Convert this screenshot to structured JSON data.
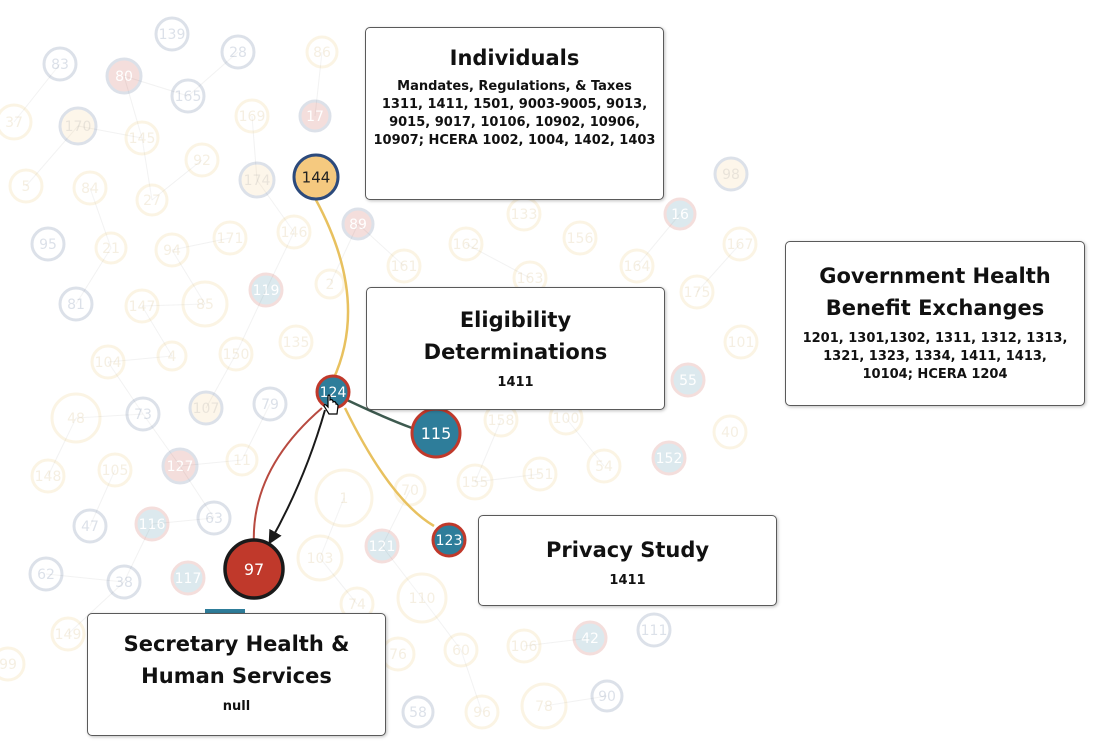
{
  "colors": {
    "red": "#c0392b",
    "blue": "#2e7d9a",
    "tan": "#f5c97f",
    "navy": "#2c4a7c",
    "gold": "#e8c15f",
    "black": "#1a1a1a"
  },
  "background_nodes": [
    {
      "label": "139"
    },
    {
      "label": "28"
    },
    {
      "label": "86"
    },
    {
      "label": "83"
    },
    {
      "label": "80"
    },
    {
      "label": "165"
    },
    {
      "label": "37"
    },
    {
      "label": "170"
    },
    {
      "label": "145"
    },
    {
      "label": "169"
    },
    {
      "label": "17"
    },
    {
      "label": "92"
    },
    {
      "label": "174"
    },
    {
      "label": "98"
    },
    {
      "label": "5"
    },
    {
      "label": "84"
    },
    {
      "label": "27"
    },
    {
      "label": "89"
    },
    {
      "label": "133"
    },
    {
      "label": "16"
    },
    {
      "label": "95"
    },
    {
      "label": "21"
    },
    {
      "label": "94"
    },
    {
      "label": "171"
    },
    {
      "label": "146"
    },
    {
      "label": "162"
    },
    {
      "label": "156"
    },
    {
      "label": "167"
    },
    {
      "label": "161"
    },
    {
      "label": "164"
    },
    {
      "label": "81"
    },
    {
      "label": "147"
    },
    {
      "label": "85"
    },
    {
      "label": "119"
    },
    {
      "label": "2"
    },
    {
      "label": "163"
    },
    {
      "label": "175"
    },
    {
      "label": "104"
    },
    {
      "label": "4"
    },
    {
      "label": "150"
    },
    {
      "label": "135"
    },
    {
      "label": "101"
    },
    {
      "label": "55"
    },
    {
      "label": "48"
    },
    {
      "label": "73"
    },
    {
      "label": "107"
    },
    {
      "label": "79"
    },
    {
      "label": "158"
    },
    {
      "label": "100"
    },
    {
      "label": "40"
    },
    {
      "label": "148"
    },
    {
      "label": "105"
    },
    {
      "label": "127"
    },
    {
      "label": "11"
    },
    {
      "label": "70"
    },
    {
      "label": "155"
    },
    {
      "label": "151"
    },
    {
      "label": "54"
    },
    {
      "label": "152"
    },
    {
      "label": "1"
    },
    {
      "label": "47"
    },
    {
      "label": "116"
    },
    {
      "label": "63"
    },
    {
      "label": "121"
    },
    {
      "label": "62"
    },
    {
      "label": "38"
    },
    {
      "label": "117"
    },
    {
      "label": "103"
    },
    {
      "label": "74"
    },
    {
      "label": "110"
    },
    {
      "label": "149"
    },
    {
      "label": "76"
    },
    {
      "label": "60"
    },
    {
      "label": "106"
    },
    {
      "label": "42"
    },
    {
      "label": "111"
    },
    {
      "label": "99"
    },
    {
      "label": "58"
    },
    {
      "label": "96"
    },
    {
      "label": "78"
    },
    {
      "label": "90"
    }
  ],
  "nodes": [
    {
      "id": "144",
      "label": "144"
    },
    {
      "id": "124",
      "label": "124"
    },
    {
      "id": "115",
      "label": "115"
    },
    {
      "id": "123",
      "label": "123"
    },
    {
      "id": "97",
      "label": "97"
    }
  ],
  "info_boxes": {
    "individuals": {
      "title": "Individuals",
      "subtitle": "Mandates, Regulations, & Taxes",
      "text": "1311, 1411, 1501, 9003-9005, 9013, 9015, 9017, 10106, 10902, 10906, 10907; HCERA 1002, 1004, 1402, 1403"
    },
    "eligibility": {
      "title": "Eligibility Determinations",
      "text": "1411"
    },
    "exchanges": {
      "title": "Government Health Benefit Exchanges",
      "text": "1201, 1301,1302, 1311, 1312, 1313, 1321, 1323, 1334, 1411, 1413, 10104; HCERA 1204"
    },
    "privacy": {
      "title": "Privacy Study",
      "text": "1411"
    },
    "secretary": {
      "title": "Secretary Health & Human Services",
      "text": "null"
    }
  }
}
